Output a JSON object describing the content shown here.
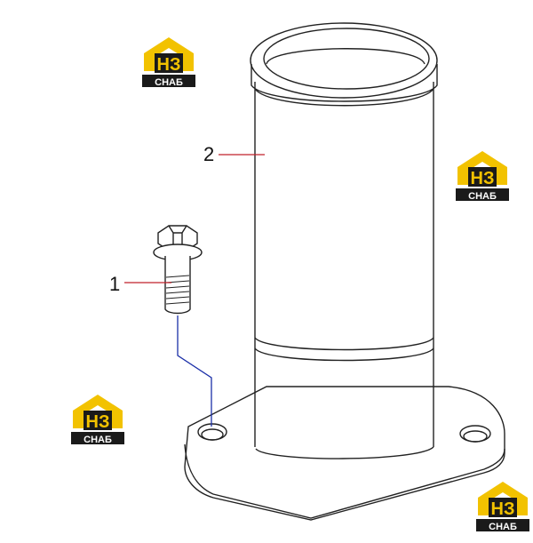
{
  "diagram": {
    "callouts": [
      {
        "label": "1",
        "part": "bolt"
      },
      {
        "label": "2",
        "part": "pipe"
      }
    ]
  },
  "watermark": {
    "logo_text": "НЗ",
    "brand_text": "СНАБ",
    "icon": "house-logo-icon",
    "colors": {
      "roof": "#f2c200",
      "box": "#1a1a1a",
      "text": "#ffffff"
    }
  },
  "colors": {
    "outline": "#222222",
    "callout_line": "#c0202a",
    "leader_line": "#1b2fa8"
  }
}
